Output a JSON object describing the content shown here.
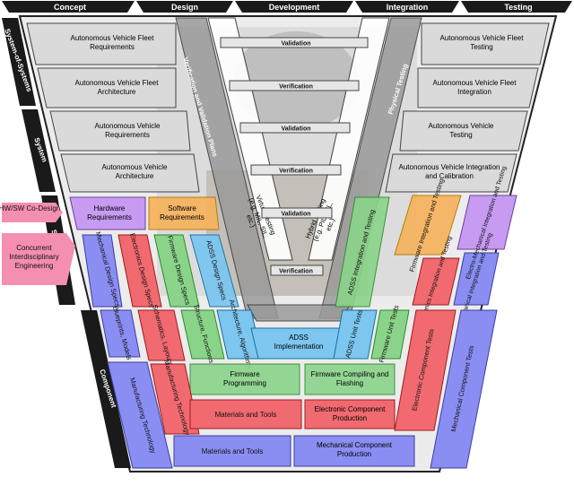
{
  "phases": [
    "Concept",
    "Design",
    "Development",
    "Integration",
    "Testing"
  ],
  "levels": [
    "System-of-Systems",
    "System",
    "Sub-System",
    "Component"
  ],
  "side_tags": [
    "HW/SW Co-Design",
    "Concurrent Interdisciplinary Engineering"
  ],
  "left_wing": [
    "Autonomous Vehicle Fleet Requirements",
    "Autonomous Vehicle Fleet Architecture",
    "Autonomous Vehicle Requirements",
    "Autonomous Vehicle Architecture"
  ],
  "right_wing": [
    "Autonomous Vehicle Fleet Testing",
    "Autonomous Vehicle Fleet Integration",
    "Autonomous Vehicle Testing",
    "Autonomous Vehicle Integration and Calibration"
  ],
  "vv": {
    "plans": "Verification and Validation Plans",
    "physical": "Physical Testing",
    "virtual": "Virtual Testing (e.g. MIL, SIL, etc.)",
    "hybrid": "Hybrid Testing (e.g. PIL, HIL, etc.)",
    "arrows": [
      "Validation",
      "Verification",
      "Validation",
      "Verification",
      "Validation",
      "Verification"
    ]
  },
  "subsystem": {
    "hw_req": "Hardware Requirements",
    "sw_req": "Software Requirements",
    "mech_design": "Mechanical Design Specs",
    "elec_design": "Electronics Design Specs",
    "fw_design": "Firmware Design Specs",
    "adss_design": "ADSS Design Specs",
    "adss_int": "ADSS Integration and Testing",
    "fw_int": "Firmware Integration and Testing",
    "electromech": "Electro-Mechanical Integration and Testing",
    "elec_int": "Electronics Integration and Testing",
    "mech_int": "Mechanical Integration and Testing"
  },
  "component": {
    "blueprints": "Blueprints, Models",
    "schematics": "Schematics, Layouts",
    "structure": "Structure, Functions",
    "architecture": "Architecture, Algorithms",
    "adss_impl": "ADSS Implementation",
    "adss_unit": "ADSS Unit Tests",
    "fw_unit": "Firmware Unit Tests",
    "elec_comp_tests": "Electronic Component Tests",
    "mech_comp_tests": "Mechanical Component Tests",
    "fw_prog": "Firmware Programming",
    "fw_compile": "Firmware Compiling and Flashing",
    "manuf_tech_l": "Manufacturing Technology",
    "manuf_tech_c": "Manufacturing Technology",
    "materials_tools_1": "Materials and Tools",
    "elec_comp_prod": "Electronic Component Production",
    "materials_tools_2": "Materials and Tools",
    "mech_comp_prod": "Mechanical Component Production"
  },
  "colors": {
    "header": "#1a1a1a",
    "wing": "#dadada",
    "vv_band": "#9a9a9a",
    "purple": "#c79bf2",
    "orange": "#f6b25c",
    "green": "#8ad48a",
    "blue": "#7cc6f0",
    "red": "#f06a70",
    "indigo": "#8a8ef2",
    "pink": "#f48fb1"
  }
}
